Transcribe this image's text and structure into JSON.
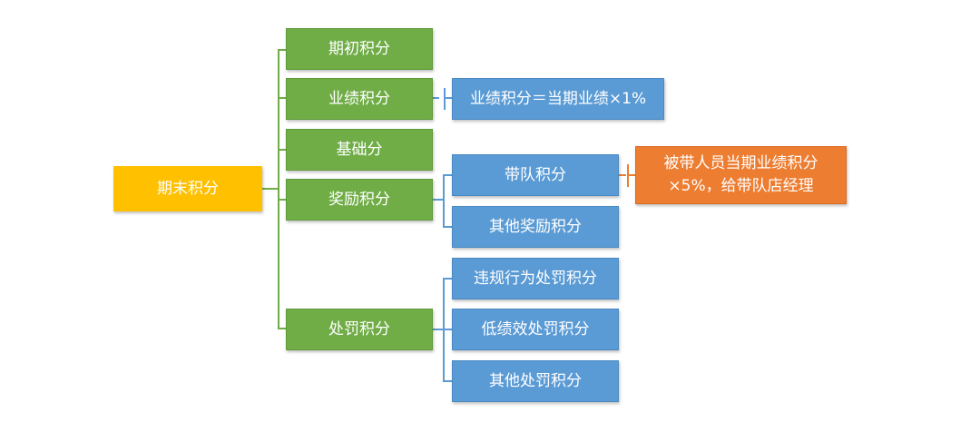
{
  "diagram": {
    "root": {
      "label": "期末积分"
    },
    "level1": [
      {
        "id": "initial",
        "label": "期初积分"
      },
      {
        "id": "performance",
        "label": "业绩积分"
      },
      {
        "id": "basic",
        "label": "基础分"
      },
      {
        "id": "reward",
        "label": "奖励积分"
      },
      {
        "id": "penalty",
        "label": "处罚积分"
      }
    ],
    "performance_formula": {
      "label": "业绩积分＝当期业绩×1%"
    },
    "reward_children": [
      {
        "id": "team-lead",
        "label": "带队积分"
      },
      {
        "id": "other-reward",
        "label": "其他奖励积分"
      }
    ],
    "team_lead_note": {
      "label": "被带人员当期业绩积分\n×5%，给带队店经理"
    },
    "penalty_children": [
      {
        "id": "violation",
        "label": "违规行为处罚积分"
      },
      {
        "id": "low-performance",
        "label": "低绩效处罚积分"
      },
      {
        "id": "other-penalty",
        "label": "其他处罚积分"
      }
    ],
    "colors": {
      "root": "#ffc000",
      "level1": "#70ad47",
      "level2": "#5b9bd5",
      "note": "#ed7d31"
    }
  }
}
